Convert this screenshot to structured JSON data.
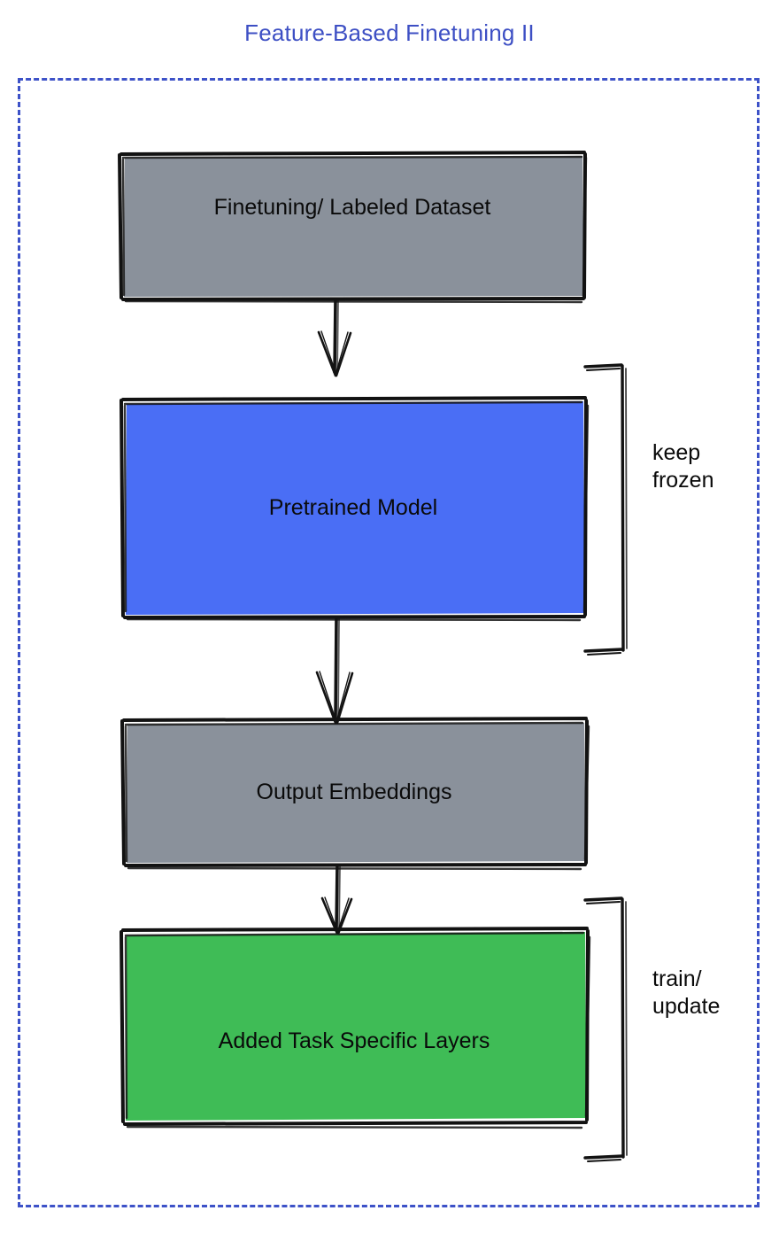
{
  "title": "Feature-Based Finetuning II",
  "colors": {
    "title": "#3d4fc4",
    "frame_dashed": "#3d52c8",
    "gray_fill": "#8a919b",
    "blue_fill": "#4a6ef5",
    "green_fill": "#3fbc56",
    "stroke": "#121212",
    "text": "#0a0a0a"
  },
  "frame": {
    "style": "dashed",
    "label": ""
  },
  "nodes": [
    {
      "id": "dataset",
      "label": "Finetuning/ Labeled Dataset",
      "fill": "#8a919b"
    },
    {
      "id": "model",
      "label": "Pretrained Model",
      "fill": "#4a6ef5"
    },
    {
      "id": "embeddings",
      "label": "Output Embeddings",
      "fill": "#8a919b"
    },
    {
      "id": "layers",
      "label": "Added Task Specific Layers",
      "fill": "#3fbc56"
    }
  ],
  "edges": [
    {
      "from": "dataset",
      "to": "model",
      "style": "arrow"
    },
    {
      "from": "model",
      "to": "embeddings",
      "style": "arrow"
    },
    {
      "from": "embeddings",
      "to": "layers",
      "style": "arrow"
    }
  ],
  "brackets": [
    {
      "id": "keep-frozen",
      "target": "model",
      "label": "keep\nfrozen"
    },
    {
      "id": "train-update",
      "target": "layers",
      "label": "train/\nupdate"
    }
  ]
}
